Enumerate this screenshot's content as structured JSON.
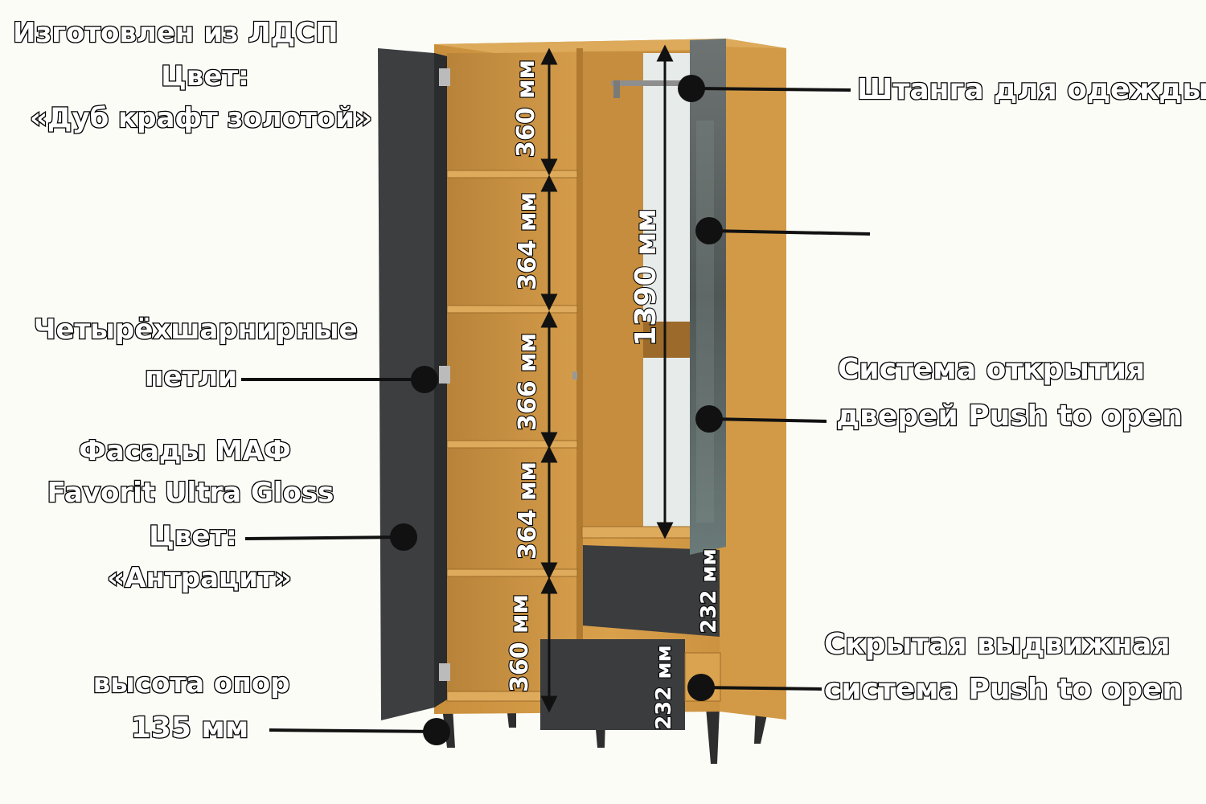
{
  "labels": {
    "material_line1": "Изготовлен из ЛДСП",
    "material_line2": "Цвет:",
    "material_line3": "«Дуб крафт золотой»",
    "rod": "Штанга для одежды",
    "hinges_line1": "Четырёхшарнирные",
    "hinges_line2": "петли",
    "push_door_line1": "Система открытия",
    "push_door_line2": "дверей Push to open",
    "facade_line1": "Фасады МАФ",
    "facade_line2": "Favorit Ultra Gloss",
    "facade_line3": "Цвет:",
    "facade_line4": "«Антрацит»",
    "drawer_line1": "Скрытая выдвижная",
    "drawer_line2": "система Push to open",
    "legs_line1": "высота опор",
    "legs_line2": "135 мм"
  },
  "dimensions": {
    "shelf1": "360 мм",
    "shelf2": "364 мм",
    "shelf3": "366 мм",
    "shelf4": "364 мм",
    "shelf5": "360 мм",
    "hanging": "1390 мм",
    "drawer_top": "232 мм",
    "drawer_bottom": "232 мм"
  },
  "colors": {
    "oak": "#c8913f",
    "oak_dark": "#a9742e",
    "anthracite": "#3c3e40",
    "glass": "#5b6466"
  }
}
